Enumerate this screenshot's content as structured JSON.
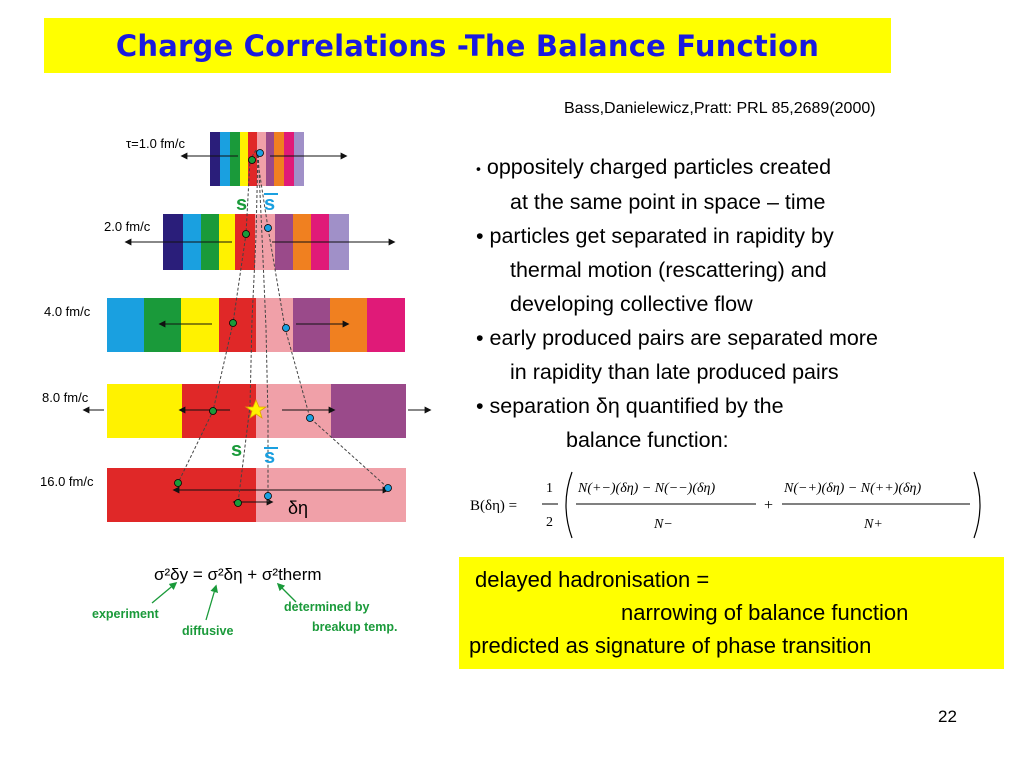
{
  "title": "Charge Correlations -The Balance Function",
  "citation": "Bass,Danielewicz,Pratt: PRL 85,2689(2000)",
  "bullets": [
    {
      "bullet": "•",
      "lines": [
        "oppositely charged particles created",
        "at the same point in space – time"
      ]
    },
    {
      "bullet": "•",
      "lines": [
        "particles get separated in rapidity by",
        "thermal motion (rescattering) and",
        "developing collective flow"
      ]
    },
    {
      "bullet": "•",
      "lines": [
        "early produced pairs are separated more",
        "in rapidity than late produced pairs"
      ]
    },
    {
      "bullet": "•",
      "lines": [
        "separation δη quantified by the",
        "balance function:"
      ]
    }
  ],
  "formula": {
    "lhs": "B(δη) =",
    "half_num": "1",
    "half_den": "2",
    "term1_num": "N(+−)(δη) − N(−−)(δη)",
    "term1_den": "N−",
    "plus": "+",
    "term2_num": "N(−+)(δη) − N(++)(δη)",
    "term2_den": "N+"
  },
  "conclusion": {
    "line1": "delayed hadronisation =",
    "line2": "narrowing of balance function",
    "line3": "predicted as signature of phase transition"
  },
  "slide_number": "22",
  "diagram": {
    "time_labels": [
      "τ=1.0 fm/c",
      "2.0 fm/c",
      "4.0 fm/c",
      "8.0 fm/c",
      "16.0 fm/c"
    ],
    "quark_s": "s",
    "quark_sbar": "s",
    "deta_label": "δη",
    "sigma_equation": "σ²δy = σ²δη + σ²therm",
    "label_experiment": "experiment",
    "label_diffusive": "diffusive",
    "label_determined": "determined by",
    "label_breakup": "breakup temp.",
    "colors": {
      "navy": "#2a1e7a",
      "blue": "#1aa0e0",
      "green": "#1a9a3a",
      "yellow": "#fff200",
      "red": "#e02828",
      "pink": "#f0a0a8",
      "plum": "#9a4a8a",
      "orange": "#f08020",
      "magenta": "#e01a78",
      "lavender": "#a090c8"
    }
  }
}
